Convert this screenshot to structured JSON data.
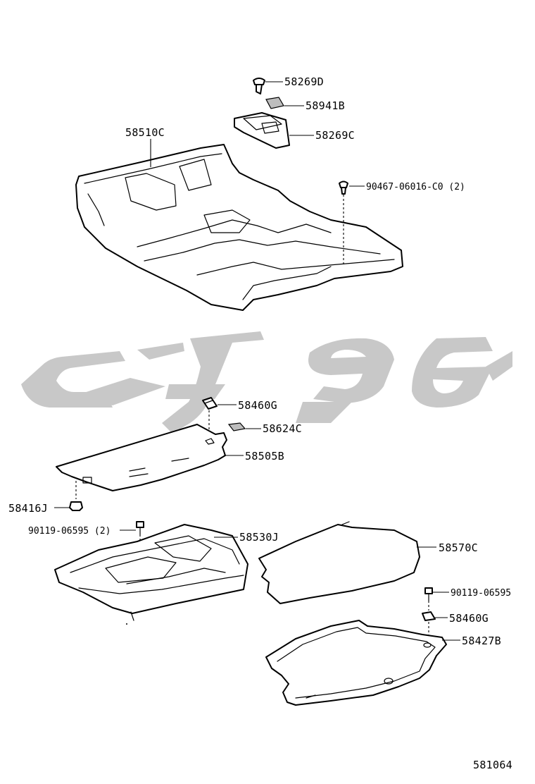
{
  "parts": {
    "p58269D": "58269D",
    "p58941B": "58941B",
    "p58269C": "58269C",
    "p58510C": "58510C",
    "p90467": "90467-06016-C0 (2)",
    "p58460G_top": "58460G",
    "p58624C": "58624C",
    "p58505B": "58505B",
    "p58416J": "58416J",
    "p90119_2": "90119-06595 (2)",
    "p58530J": "58530J",
    "p58570C": "58570C",
    "p90119": "90119-06595",
    "p58460G_bottom": "58460G",
    "p58427B": "58427B"
  },
  "figure_number": "581064",
  "colors": {
    "line": "#000000",
    "watermark": "#c8c8c8",
    "background": "#ffffff"
  }
}
